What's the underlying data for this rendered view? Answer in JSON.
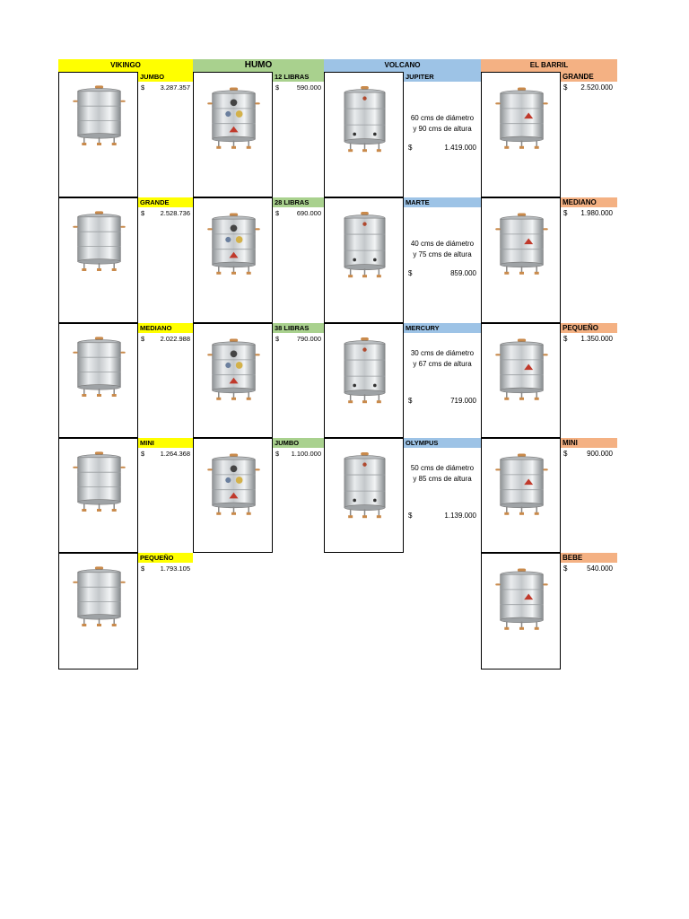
{
  "headers": {
    "vikingo": "VIKINGO",
    "humo": "HUMO",
    "volcano": "VOLCANO",
    "barril": "EL BARRIL"
  },
  "currency": "$",
  "vikingo": [
    {
      "label": "JUMBO",
      "price": "3.287.357"
    },
    {
      "label": "GRANDE",
      "price": "2.528.736"
    },
    {
      "label": "MEDIANO",
      "price": "2.022.988"
    },
    {
      "label": "MINI",
      "price": "1.264.368"
    },
    {
      "label": "PEQUEÑO",
      "price": "1.793.105"
    }
  ],
  "humo": [
    {
      "label": "12 LIBRAS",
      "price": "590.000"
    },
    {
      "label": "28 LIBRAS",
      "price": "690.000"
    },
    {
      "label": "38 LIBRAS",
      "price": "790.000"
    },
    {
      "label": "JUMBO",
      "price": "1.100.000"
    }
  ],
  "volcano": [
    {
      "label": "JUPITER",
      "desc1": "60 cms de diámetro",
      "desc2": "y 90 cms de altura",
      "price": "1.419.000"
    },
    {
      "label": "MARTE",
      "desc1": "40 cms de diámetro",
      "desc2": "y 75 cms de altura",
      "price": "859.000"
    },
    {
      "label": "MERCURY",
      "desc1": "30 cms de diámetro",
      "desc2": "y 67 cms de altura",
      "price": "719.000"
    },
    {
      "label": "OLYMPUS",
      "desc1": "50 cms de diámetro",
      "desc2": "y 85 cms de altura",
      "price": "1.139.000"
    }
  ],
  "barril": [
    {
      "label": "GRANDE",
      "price": "2.520.000"
    },
    {
      "label": "MEDIANO",
      "price": "1.980.000"
    },
    {
      "label": "PEQUEÑO",
      "price": "1.350.000"
    },
    {
      "label": "MINI",
      "price": "900.000"
    },
    {
      "label": "BEBE",
      "price": "540.000"
    }
  ],
  "colors": {
    "vikingo": "#ffff00",
    "humo": "#a9d18e",
    "volcano": "#9dc3e6",
    "barril": "#f4b183"
  },
  "icons": [
    "drum-smoker-image"
  ]
}
